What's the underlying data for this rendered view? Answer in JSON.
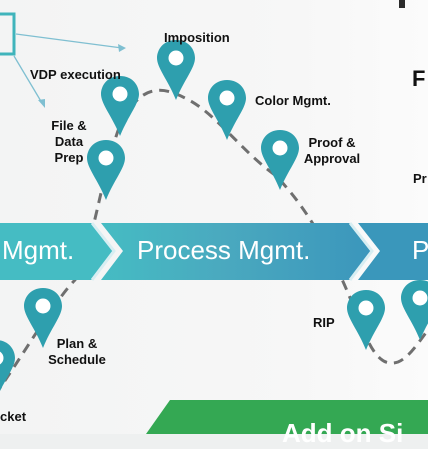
{
  "colors": {
    "teal": "#2e9fae",
    "teal_dark": "#1d8796",
    "band_left": "#43b8c2",
    "band_mid": "#4aa6bd",
    "band_right": "#3a97bb",
    "green": "#34a853",
    "dashed": "#6f6f6f",
    "right_bar": "#3a3a3a"
  },
  "markers": {
    "imposition": "Imposition",
    "vdp_execution": "VDP execution",
    "file_data_prep": [
      "File &",
      "Data",
      "Prep"
    ],
    "color_mgmt": "Color Mgmt.",
    "proof_approval": [
      "Proof &",
      "Approval"
    ],
    "rip": "RIP",
    "plan_schedule": [
      "Plan &",
      "Schedule"
    ],
    "ticket": "cket"
  },
  "band": {
    "left_segment": "Mgmt.",
    "middle_segment": "Process Mgmt.",
    "right_segment": "P"
  },
  "right_column": {
    "heading_partial": "F",
    "sub_partial": "Pr"
  },
  "bottom_bar": {
    "text_partial": "Add on Si"
  },
  "icons": [
    "map-pin-icon",
    "arrow-icon"
  ]
}
